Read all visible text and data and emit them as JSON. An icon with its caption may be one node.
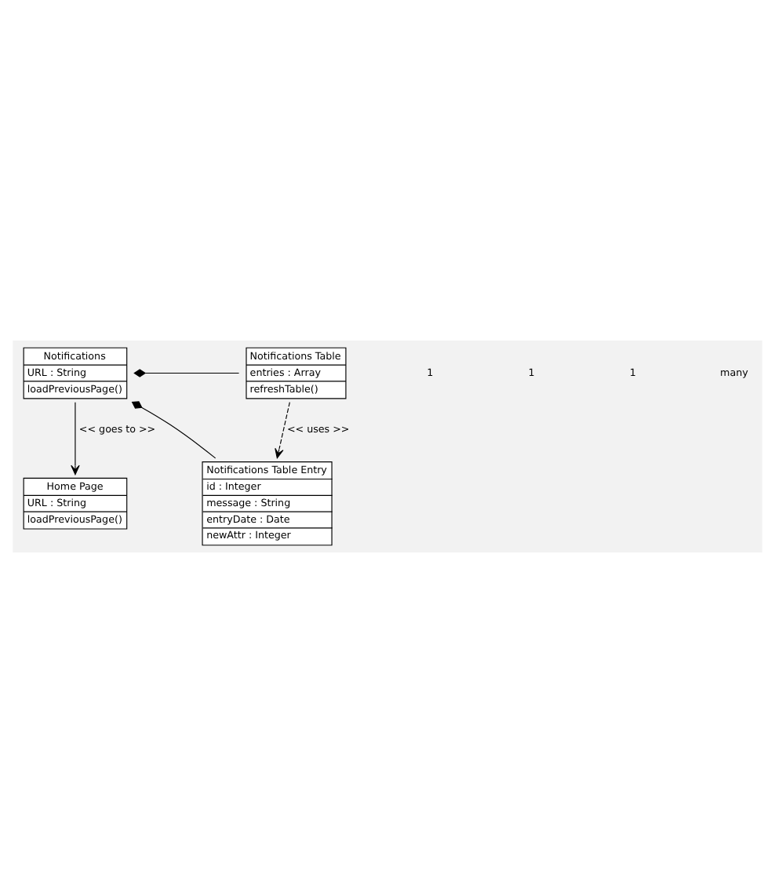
{
  "diagram": {
    "nodes": [
      {
        "text": [
          "Home Page",
          "URL : String",
          "loadPreviousPage()"
        ]
      },
      {
        "text": [
          "Notifications",
          "URL : String",
          "loadPreviousPage()"
        ]
      },
      {
        "text": [
          "Notifications Table",
          "entries : Array",
          "refreshTable()"
        ]
      },
      {
        "text": [
          "Notifications Table Entry",
          "id : Integer",
          "message : String",
          "entryDate : Date",
          "newAttr : Integer"
        ]
      }
    ],
    "edges": [
      {
        "from": 1,
        "to": 0,
        "arrow": "to",
        "label": "<< goes to >>"
      },
      {
        "from": 1,
        "to": 2,
        "arrow": "other"
      },
      {
        "from": 2,
        "to": 3,
        "arrow": "to",
        "style": "dashed",
        "label": "<< uses >>"
      },
      {
        "from": 1,
        "to": 3,
        "arrow": "other"
      }
    ],
    "labels": [
      "1",
      "1",
      "1",
      "many"
    ]
  }
}
